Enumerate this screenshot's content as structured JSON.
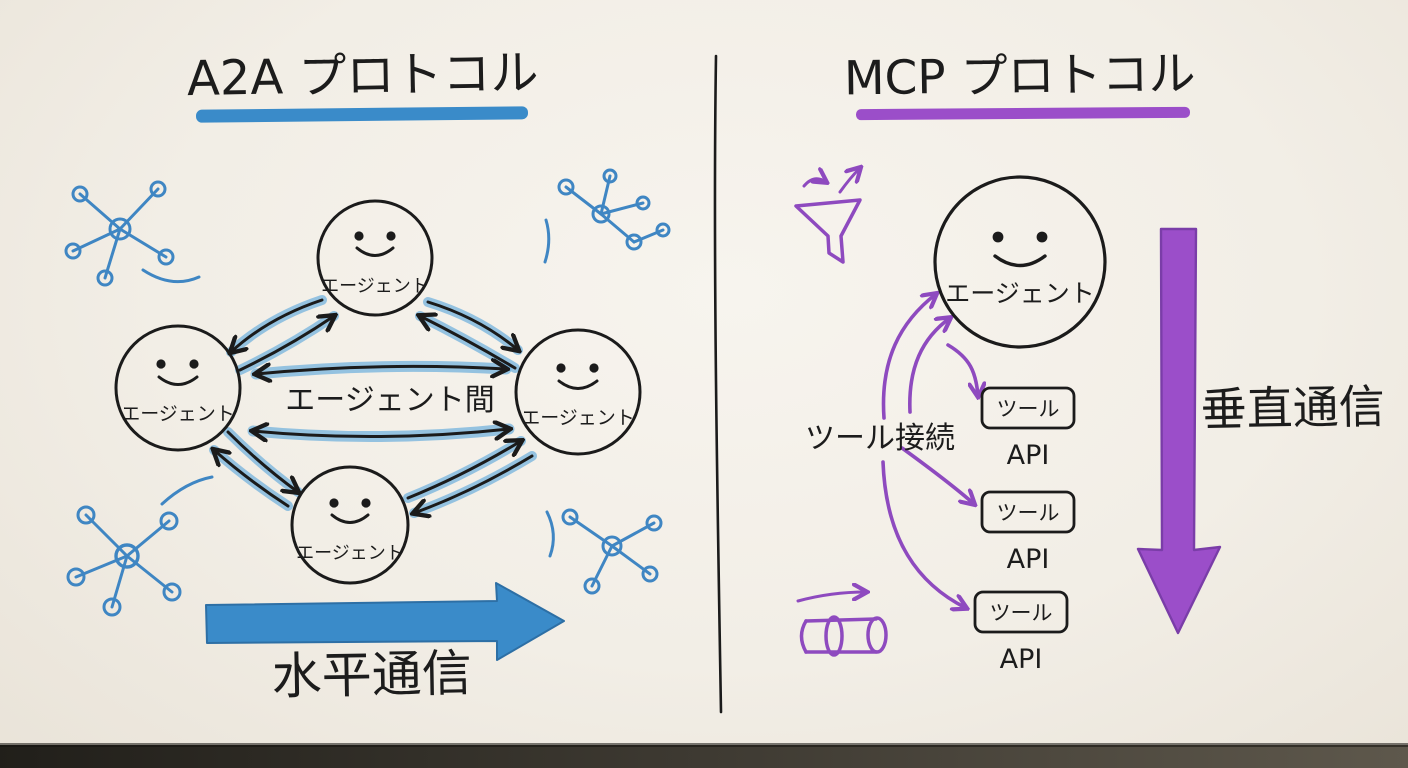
{
  "left_panel": {
    "title": "A2A プロトコル",
    "accent_color": "#3a8bc9",
    "agents": [
      {
        "label": "エージェント"
      },
      {
        "label": "エージェント"
      },
      {
        "label": "エージェント"
      },
      {
        "label": "エージェント"
      }
    ],
    "center_label": "エージェント間",
    "bottom_caption": "水平通信"
  },
  "right_panel": {
    "title": "MCP プロトコル",
    "accent_color": "#9b4ec9",
    "agent_label": "エージェント",
    "connection_label": "ツール接続",
    "tools": [
      {
        "label": "ツール",
        "sub_label": "API"
      },
      {
        "label": "ツール",
        "sub_label": "API"
      },
      {
        "label": "ツール",
        "sub_label": "API"
      }
    ],
    "side_caption": "垂直通信"
  },
  "icons": {
    "funnel": "funnel-icon",
    "pipe": "pipe-icon",
    "network_doodles": "network-doodle-icon"
  }
}
